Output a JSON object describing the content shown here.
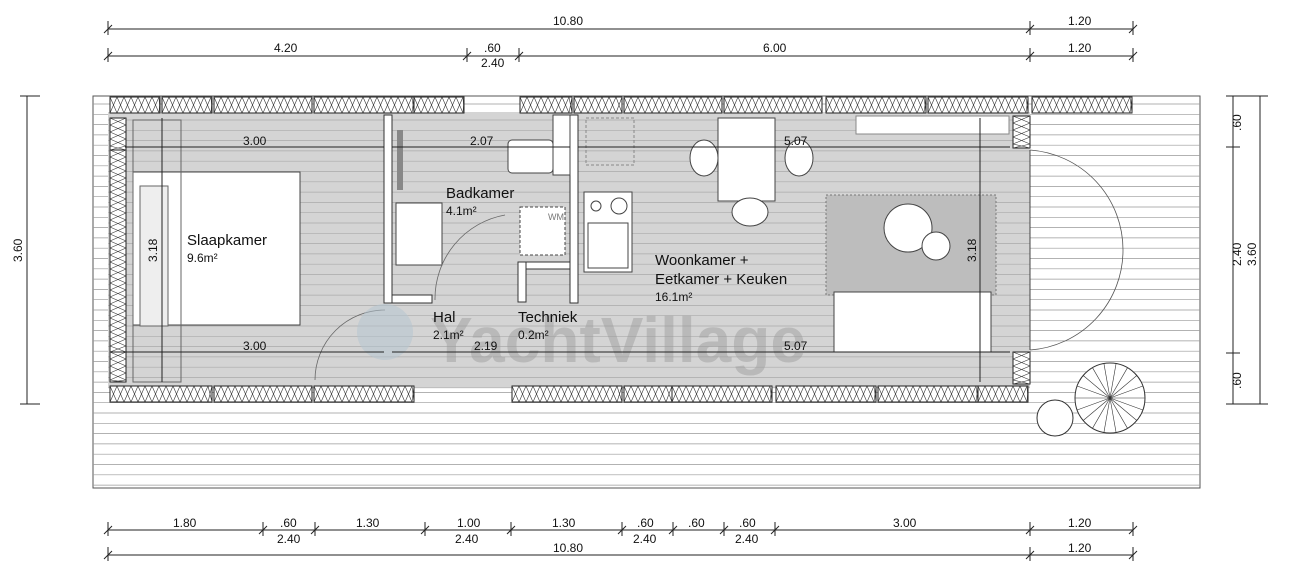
{
  "title": "Floor plan",
  "watermark": "YachtVillage",
  "rooms": {
    "slaapkamer": {
      "name": "Slaapkamer",
      "area": "9.6m²"
    },
    "badkamer": {
      "name": "Badkamer",
      "area": "4.1m²"
    },
    "hal": {
      "name": "Hal",
      "area": "2.1m²"
    },
    "techniek": {
      "name": "Techniek",
      "area": "0.2m²"
    },
    "woonkamer": {
      "line1": "Woonkamer +",
      "line2": "Eetkamer + Keuken",
      "area": "16.1m²"
    }
  },
  "appliance_label": "WM",
  "inner_dims": {
    "slaap_top": "3.00",
    "slaap_bottom": "3.00",
    "slaap_height": "3.18",
    "bad_width": "2.07",
    "hal_width": "2.19",
    "woon_top": "5.07",
    "woon_bottom": "5.07",
    "woon_height": "3.18"
  },
  "top_dims": {
    "row1": [
      "10.80",
      "1.20"
    ],
    "row2": [
      "4.20",
      ".60",
      "6.00",
      "1.20"
    ],
    "row2_sub": "2.40"
  },
  "bottom_dims": {
    "row1": [
      "1.80",
      ".60",
      "1.30",
      "1.00",
      "1.30",
      ".60",
      ".60",
      ".60",
      "3.00",
      "1.20"
    ],
    "row2": [
      "2.40",
      "2.40",
      "2.40",
      "2.40"
    ],
    "total": "10.80",
    "total_ext": "1.20"
  },
  "left_dims": {
    "total": "3.60"
  },
  "right_dims": {
    "top": ".60",
    "middle": "2.40",
    "bottom": ".60",
    "total": "3.60"
  }
}
